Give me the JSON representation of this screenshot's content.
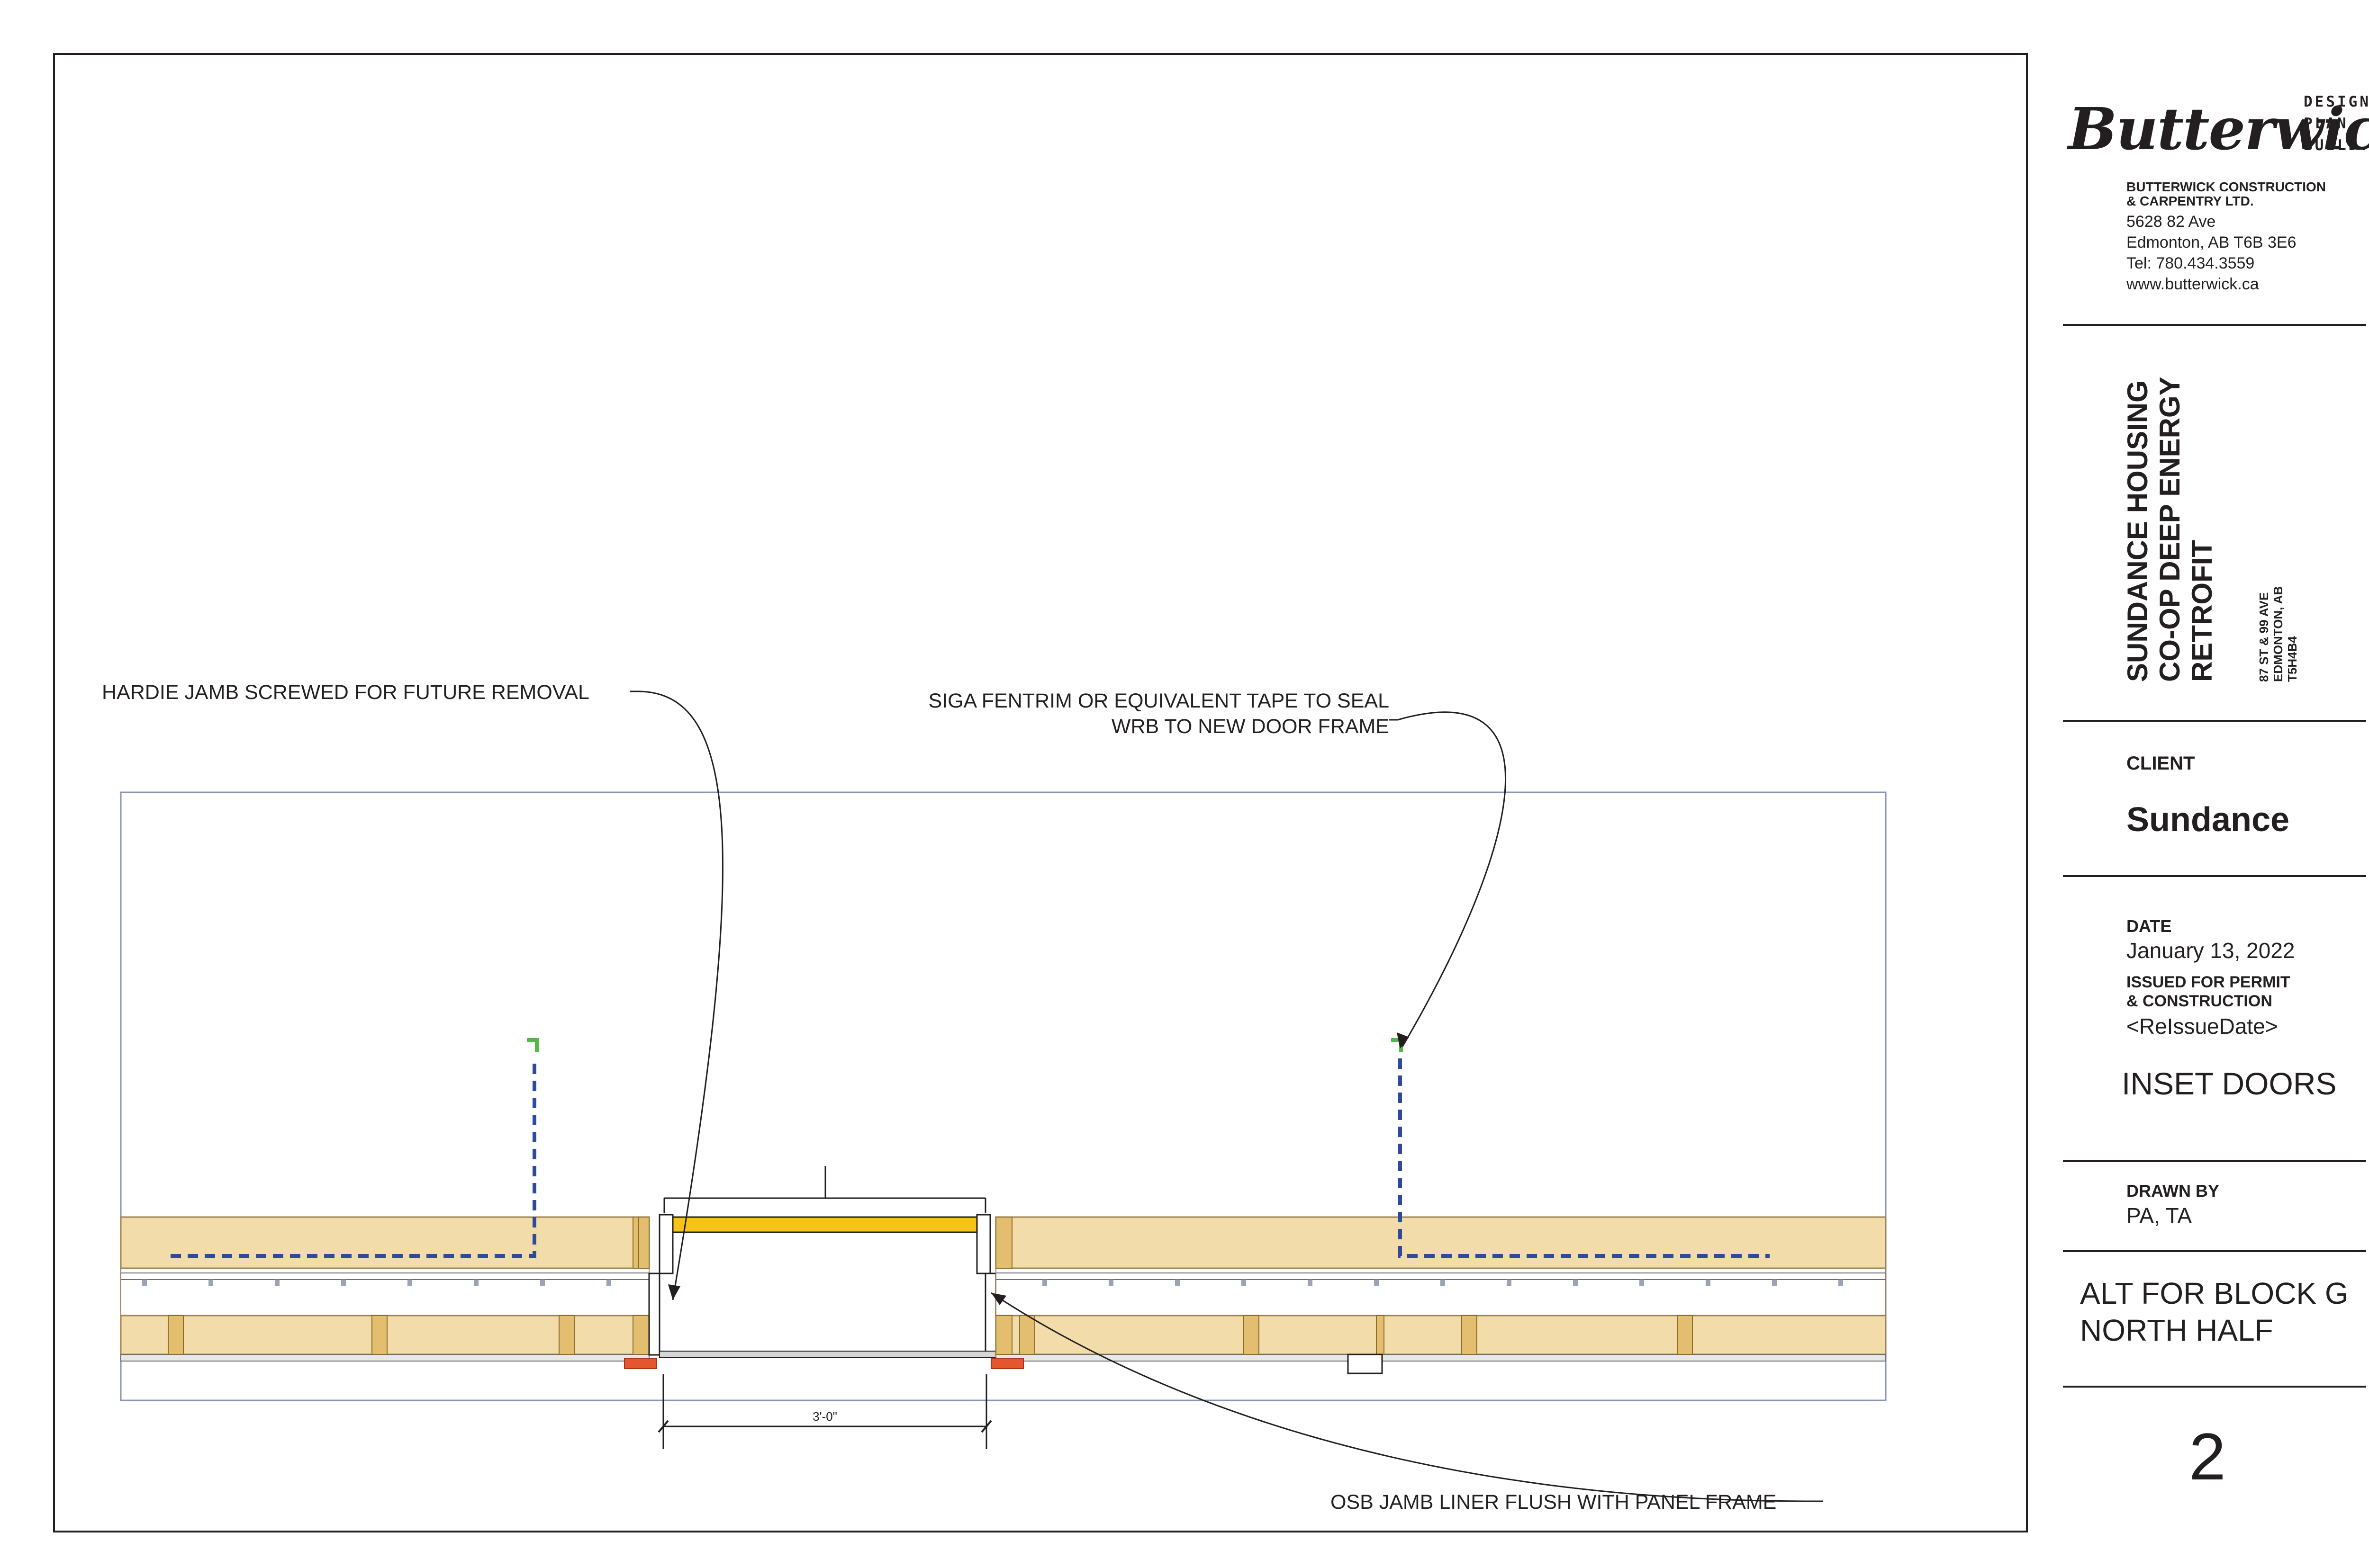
{
  "titleblock": {
    "logo": "Butterwick",
    "tagline": [
      "DESIGN.",
      "PLAN.",
      "BUILD."
    ],
    "company_lines": [
      "BUTTERWICK CONSTRUCTION",
      "& CARPENTRY LTD."
    ],
    "address_lines": [
      "5628 82 Ave",
      "Edmonton, AB T6B 3E6",
      "Tel: 780.434.3559",
      "www.butterwick.ca"
    ],
    "project_title_lines": [
      "SUNDANCE HOUSING",
      "CO-OP DEEP ENERGY",
      "RETROFIT"
    ],
    "project_location_lines": [
      "87 ST & 99 AVE",
      "EDMONTON, AB",
      "T5H4B4"
    ],
    "client_label": "CLIENT",
    "client": "Sundance",
    "date_label": "DATE",
    "date": "January 13, 2022",
    "issued_lines": [
      "ISSUED FOR PERMIT",
      "& CONSTRUCTION"
    ],
    "reissue": "<ReIssueDate>",
    "sheet_title": "INSET DOORS",
    "drawn_by_label": "DRAWN BY",
    "drawn_by": "PA, TA",
    "alt_lines": [
      "ALT FOR BLOCK G",
      "NORTH HALF"
    ],
    "sheet_number": "2"
  },
  "drawing": {
    "callouts": {
      "hardie": "HARDIE JAMB SCREWED FOR FUTURE REMOVAL",
      "siga_line1": "SIGA FENTRIM OR EQUIVALENT TAPE TO SEAL",
      "siga_line2": "WRB TO NEW DOOR FRAME",
      "osb": "OSB JAMB LINER  FLUSH WITH PANEL FRAME"
    },
    "dimension": "3'-0\""
  },
  "colors": {
    "wood": "#f2dcaa",
    "stud": "#e2be6e",
    "door": "#f7c31a",
    "wrb_dash": "#2f4a9c",
    "tape": "#53b84a",
    "flashing": "#e4572e",
    "border": "#231f20"
  }
}
